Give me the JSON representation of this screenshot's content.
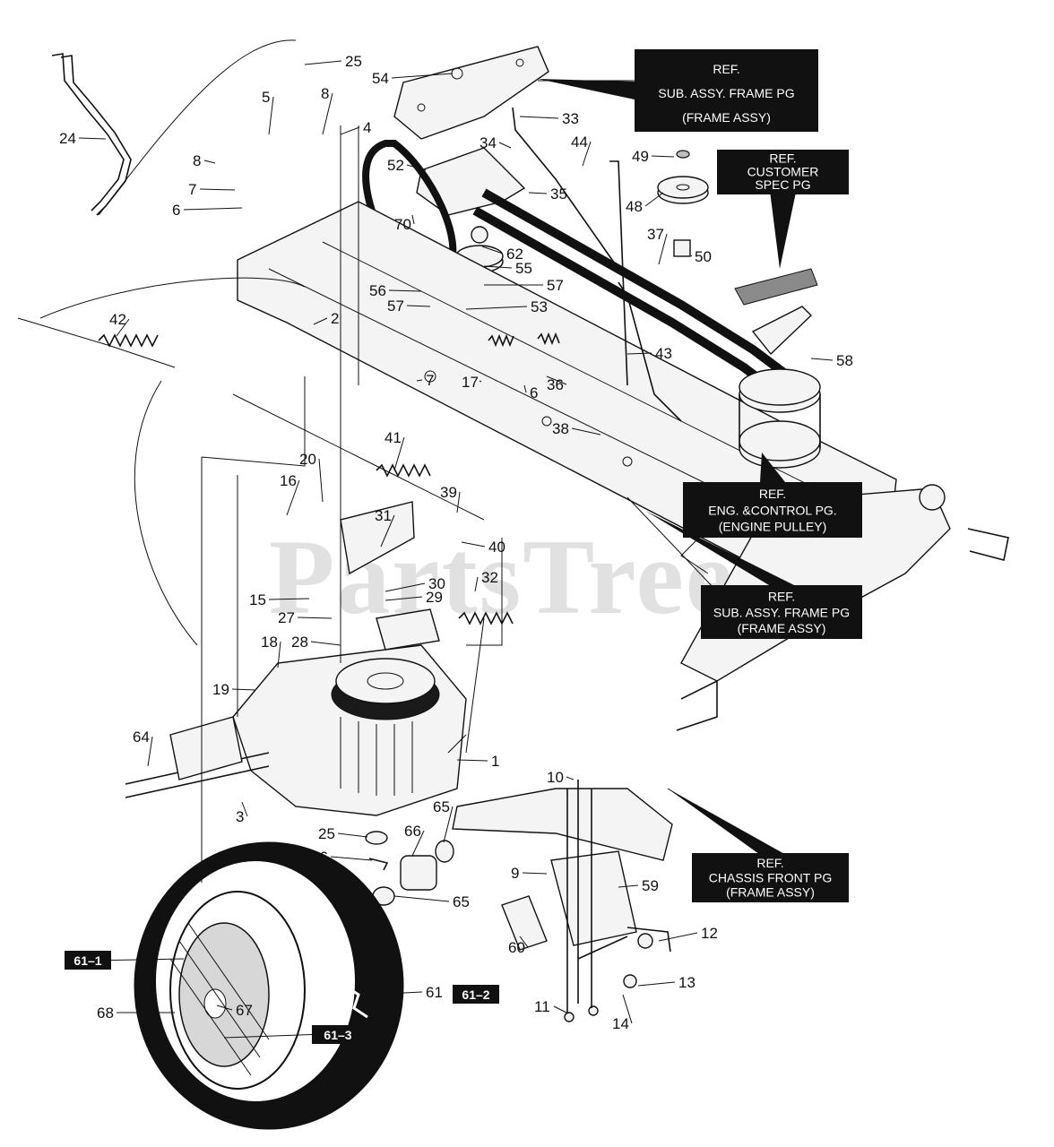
{
  "watermark": "PartsTree",
  "refs": [
    {
      "id": "ref-sub-frame-top",
      "lines": [
        "REF.",
        "SUB. ASSY. FRAME PG",
        "(FRAME ASSY)"
      ]
    },
    {
      "id": "ref-customer-spec",
      "lines": [
        "REF.",
        "CUSTOMER",
        "SPEC PG"
      ]
    },
    {
      "id": "ref-engine-control",
      "lines": [
        "REF.",
        "ENG. &CONTROL PG.",
        "(ENGINE PULLEY)"
      ]
    },
    {
      "id": "ref-sub-frame-mid",
      "lines": [
        "REF.",
        "SUB. ASSY. FRAME PG",
        "(FRAME ASSY)"
      ]
    },
    {
      "id": "ref-chassis-front",
      "lines": [
        "REF.",
        "CHASSIS FRONT PG",
        "(FRAME ASSY)"
      ]
    }
  ],
  "tags": [
    "61–1",
    "61–2",
    "61–3"
  ],
  "callouts": [
    "25",
    "54",
    "24",
    "5",
    "8",
    "4",
    "33",
    "34",
    "44",
    "49",
    "8",
    "52",
    "7",
    "35",
    "48",
    "70",
    "6",
    "62",
    "37",
    "50",
    "55",
    "56",
    "57",
    "57",
    "53",
    "42",
    "2",
    "43",
    "58",
    "7",
    "6",
    "36",
    "17",
    "38",
    "41",
    "20",
    "39",
    "16",
    "31",
    "40",
    "32",
    "30",
    "29",
    "15",
    "27",
    "28",
    "18",
    "19",
    "64",
    "1",
    "10",
    "3",
    "25",
    "65",
    "66",
    "26",
    "9",
    "59",
    "12",
    "65",
    "60",
    "13",
    "61",
    "11",
    "14",
    "67",
    "68"
  ]
}
